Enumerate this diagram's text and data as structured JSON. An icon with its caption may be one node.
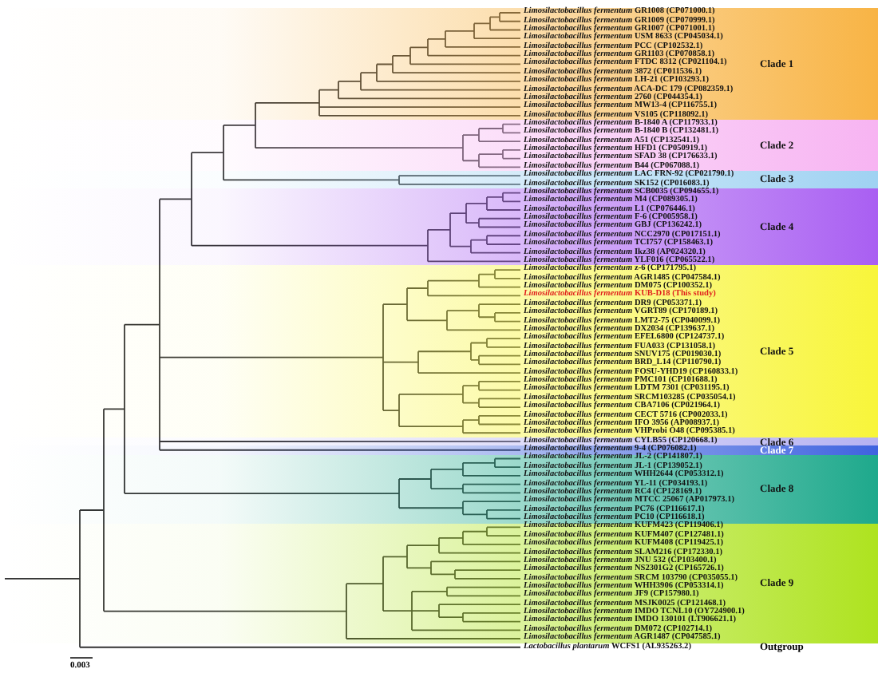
{
  "diagram": {
    "nodes": [
      {
        "text": [
          "Clade 1"
        ]
      },
      {
        "text": [
          "Clade 2"
        ]
      },
      {
        "text": [
          "Clade 3"
        ]
      },
      {
        "text": [
          "Clade 4"
        ]
      },
      {
        "text": [
          "Clade 5"
        ]
      },
      {
        "text": [
          "Clade 6"
        ]
      },
      {
        "text": [
          "Clade 7"
        ]
      },
      {
        "text": [
          "Clade 8"
        ]
      },
      {
        "text": [
          "Clade 9"
        ]
      }
    ],
    "labels": [
      "*Limosilactobacillus fermentum* GR1008 (CP071000.1)",
      "*Limosilactobacillus fermentum* GR1009 (CP070999.1)",
      "*Limosilactobacillus fermentum* GR1007 (CP071001.1)",
      "*Limosilactobacillus fermentum* USM 8633 (CP045034.1)",
      "*Limosilactobacillus fermentum* PCC (CP102532.1)",
      "*Limosilactobacillus fermentum* GR1103 (CP070858.1)",
      "*Limosilactobacillus fermentum* FTDC 8312 (CP021104.1)",
      "*Limosilactobacillus fermentum* 3872 (CP011536.1)",
      "*Limosilactobacillus fermentum* LH-21 (CP103293.1)",
      "*Limosilactobacillus fermentum* ACA-DC 179 (CP082359.1)",
      "*Limosilactobacillus fermentum* 2760 (CP044354.1)",
      "*Limosilactobacillus fermentum* MW13-4 (CP116755.1)",
      "*Limosilactobacillus fermentum* VS105 (CP118092.1)",
      "*Limosilactobacillus fermentum* B-1840 A (CP117933.1)",
      "*Limosilactobacillus fermentum* B-1840 B (CP132481.1)",
      "*Limosilactobacillus fermentum* A51 (CP132541.1)",
      "*Limosilactobacillus fermentum* HFD1 (CP050919.1)",
      "*Limosilactobacillus fermentum* SFAD 38 (CP176633.1)",
      "*Limosilactobacillus fermentum* B44 (CP067088.1)",
      "*Limosilactobacillus fermentum* LAC FRN-92 (CP021790.1)",
      "*Limosilactobacillus fermentum* SK152 (CP016083.1)",
      "*Limosilactobacillus fermentum* SCB0035 (CP094655.1)",
      "*Limosilactobacillus fermentum* M4 (CP089305.1)",
      "*Limosilactobacillus fermentum* L1 (CP076446.1)",
      "*Limosilactobacillus fermentum* F-6 (CP005958.1)",
      "*Limosilactobacillus fermentum* GBJ (CP136242.1)",
      "*Limosilactobacillus fermentum* NCC2970 (CP017151.1)",
      "*Limosilactobacillus fermentum* TCI757 (CP158463.1)",
      "*Limosilactobacillus fermentum* Ikz38 (AP024320.1)",
      "*Limosilactobacillus fermentum* YLF016 (CP065522.1)",
      "*Limosilactobacillus fermentum* z-6 (CP171795.1)",
      "*Limosilactobacillus fermentum* AGR1485 (CP047584.1)",
      "*Limosilactobacillus fermentum* DM075 (CP100352.1)",
      "*Limosilactobacillus fermentum* KUB-D18 (This study)",
      "*Limosilactobacillus fermentum* DR9 (CP053371.1)",
      "*Limosilactobacillus fermentum* VGRT89 (CP170189.1)",
      "*Limosilactobacillus fermentum* LMT2-75 (CP040099.1)",
      "*Limosilactobacillus fermentum* DX2034 (CP139637.1)",
      "*Limosilactobacillus fermentum* EFEL6800 (CP124737.1)",
      "*Limosilactobacillus fermentum* FUA033 (CP131058.1)",
      "*Limosilactobacillus fermentum* SNUV175 (CP019030.1)",
      "*Limosilactobacillus fermentum* BRD_L14 (CP110790.1)",
      "*Limosilactobacillus fermentum* FOSU-YHD19 (CP160833.1)",
      "*Limosilactobacillus fermentum* PMC101 (CP101688.1)",
      "*Limosilactobacillus fermentum* LDTM 7301 (CP031195.1)",
      "*Limosilactobacillus fermentum* SRCM103285 (CP035054.1)",
      "*Limosilactobacillus fermentum* CBA7106 (CP021964.1)",
      "*Limosilactobacillus fermentum* CECT 5716 (CP002033.1)",
      "*Limosilactobacillus fermentum* IFO 3956 (AP008937.1)",
      "*Limosilactobacillus fermentum* VHProbi O48 (CP095385.1)",
      "*Limosilactobacillus fermentum* CYLB55 (CP120668.1)",
      "*Limosilactobacillus fermentum* 9-4 (CP076082.1)",
      "*Limosilactobacillus fermentum* JL-2 (CP141807.1)",
      "*Limosilactobacillus fermentum* JL-1 (CP139052.1)",
      "*Limosilactobacillus fermentum* WHH2644 (CP053312.1)",
      "*Limosilactobacillus fermentum* YL-11 (CP034193.1)",
      "*Limosilactobacillus fermentum* RC4 (CP128169.1)",
      "*Limosilactobacillus fermentum* MTCC 25067 (AP017973.1)",
      "*Limosilactobacillus fermentum* PC76 (CP116617.1)",
      "*Limosilactobacillus fermentum* PC10 (CP116618.1)",
      "*Limosilactobacillus fermentum* KUFM423 (CP119406.1)",
      "*Limosilactobacillus fermentum* KUFM407 (CP127481.1)",
      "*Limosilactobacillus fermentum* KUFM408 (CP119425.1)",
      "*Limosilactobacillus fermentum* SLAM216 (CP172330.1)",
      "*Limosilactobacillus fermentum* JNU 532 (CP103400.1)",
      "*Limosilactobacillus fermentum* NS2301G2 (CP165726.1)",
      "*Limosilactobacillus fermentum* SRCM 103790 (CP035055.1)",
      "*Limosilactobacillus fermentum* WHH3906 (CP053314.1)",
      "*Limosilactobacillus fermentum* JF9 (CP157980.1)",
      "*Limosilactobacillus fermentum* MSJK0025 (CP121468.1)",
      "*Limosilactobacillus fermentum* IMDO TCNL10 (OY724900.1)",
      "*Limosilactobacillus fermentum* IMDO 130101 (LT906621.1)",
      "*Limosilactobacillus fermentum* DM072 (CP102714.1)",
      "*Limosilactobacillus fermentum* AGR1487 (CP047585.1)",
      "*Lactobacillus plantarum* WCFS1 (AL935263.2)",
      "Outgroup",
      "0.003"
    ]
  }
}
